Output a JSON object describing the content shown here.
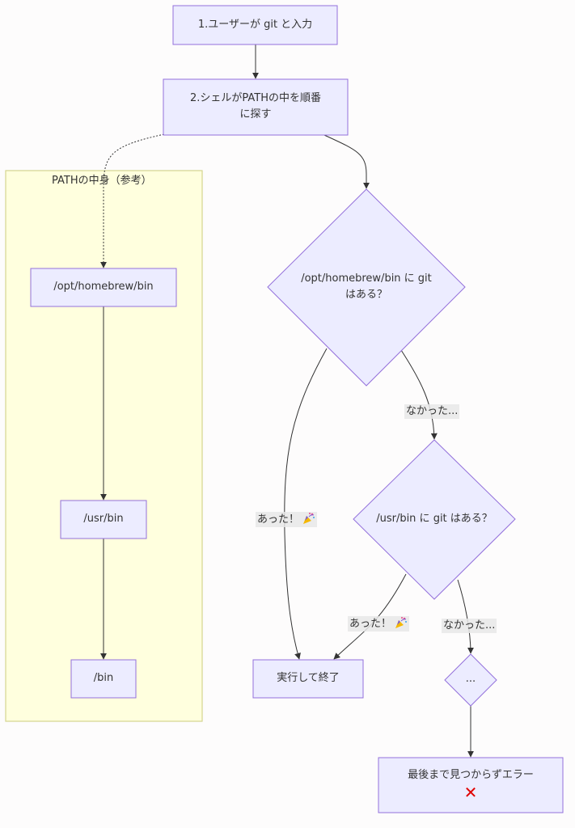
{
  "cluster": {
    "title": "PATHの中身（参考）"
  },
  "nodes": {
    "start": "1.ユーザーが git と入力",
    "search_line1": "2.シェルがPATHの中を順番",
    "search_line2": "に探す",
    "path1": "/opt/homebrew/bin",
    "path2": "/usr/bin",
    "path3": "/bin",
    "q1_line1": "/opt/homebrew/bin に git",
    "q1_line2": "はある？",
    "q2": "/usr/bin に git はある？",
    "run": "実行して終了",
    "more": "...",
    "error": "最後まで見つからずエラー",
    "error_icon": "cross-mark-icon"
  },
  "edges": {
    "found1": "あった！",
    "notfound1": "なかった...",
    "found2": "あった！",
    "notfound2": "なかった...",
    "found_icon": "party-popper-icon"
  },
  "colors": {
    "node_fill": "#ececff",
    "node_stroke": "#9370db",
    "cluster_fill": "#ffffde",
    "cluster_stroke": "#d4d48f",
    "error_x": "#e00000"
  }
}
